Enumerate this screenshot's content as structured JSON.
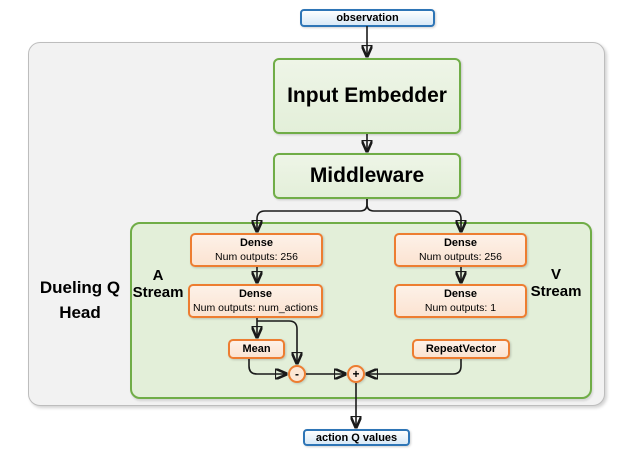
{
  "nodes": {
    "observation": {
      "label": "observation"
    },
    "input_embedder": {
      "label": "Input Embedder"
    },
    "middleware": {
      "label": "Middleware"
    },
    "dense_a1": {
      "title": "Dense",
      "subtitle": "Num outputs: 256"
    },
    "dense_a2": {
      "title": "Dense",
      "subtitle": "Num outputs: num_actions"
    },
    "dense_v1": {
      "title": "Dense",
      "subtitle": "Num outputs: 256"
    },
    "dense_v2": {
      "title": "Dense",
      "subtitle": "Num outputs: 1"
    },
    "mean": {
      "label": "Mean"
    },
    "repeat_vector": {
      "label": "RepeatVector"
    },
    "minus_op": {
      "label": "-"
    },
    "plus_op": {
      "label": "+"
    },
    "action_q_values": {
      "label": "action Q values"
    }
  },
  "labels": {
    "dueling_head_line1": "Dueling Q",
    "dueling_head_line2": "Head",
    "a_stream_line1": "A",
    "a_stream_line2": "Stream",
    "v_stream_line1": "V",
    "v_stream_line2": "Stream"
  },
  "colors": {
    "blue_border": "#2e75b6",
    "blue_fill": "#d8e9f7",
    "green_border": "#70ad47",
    "green_fill": "#e3efd9",
    "orange_border": "#ed7d31",
    "orange_fill": "#fce6d4",
    "container_fill": "#f2f2f2",
    "container_border": "#bdbdbd",
    "arrow": "#1a1a1a"
  }
}
